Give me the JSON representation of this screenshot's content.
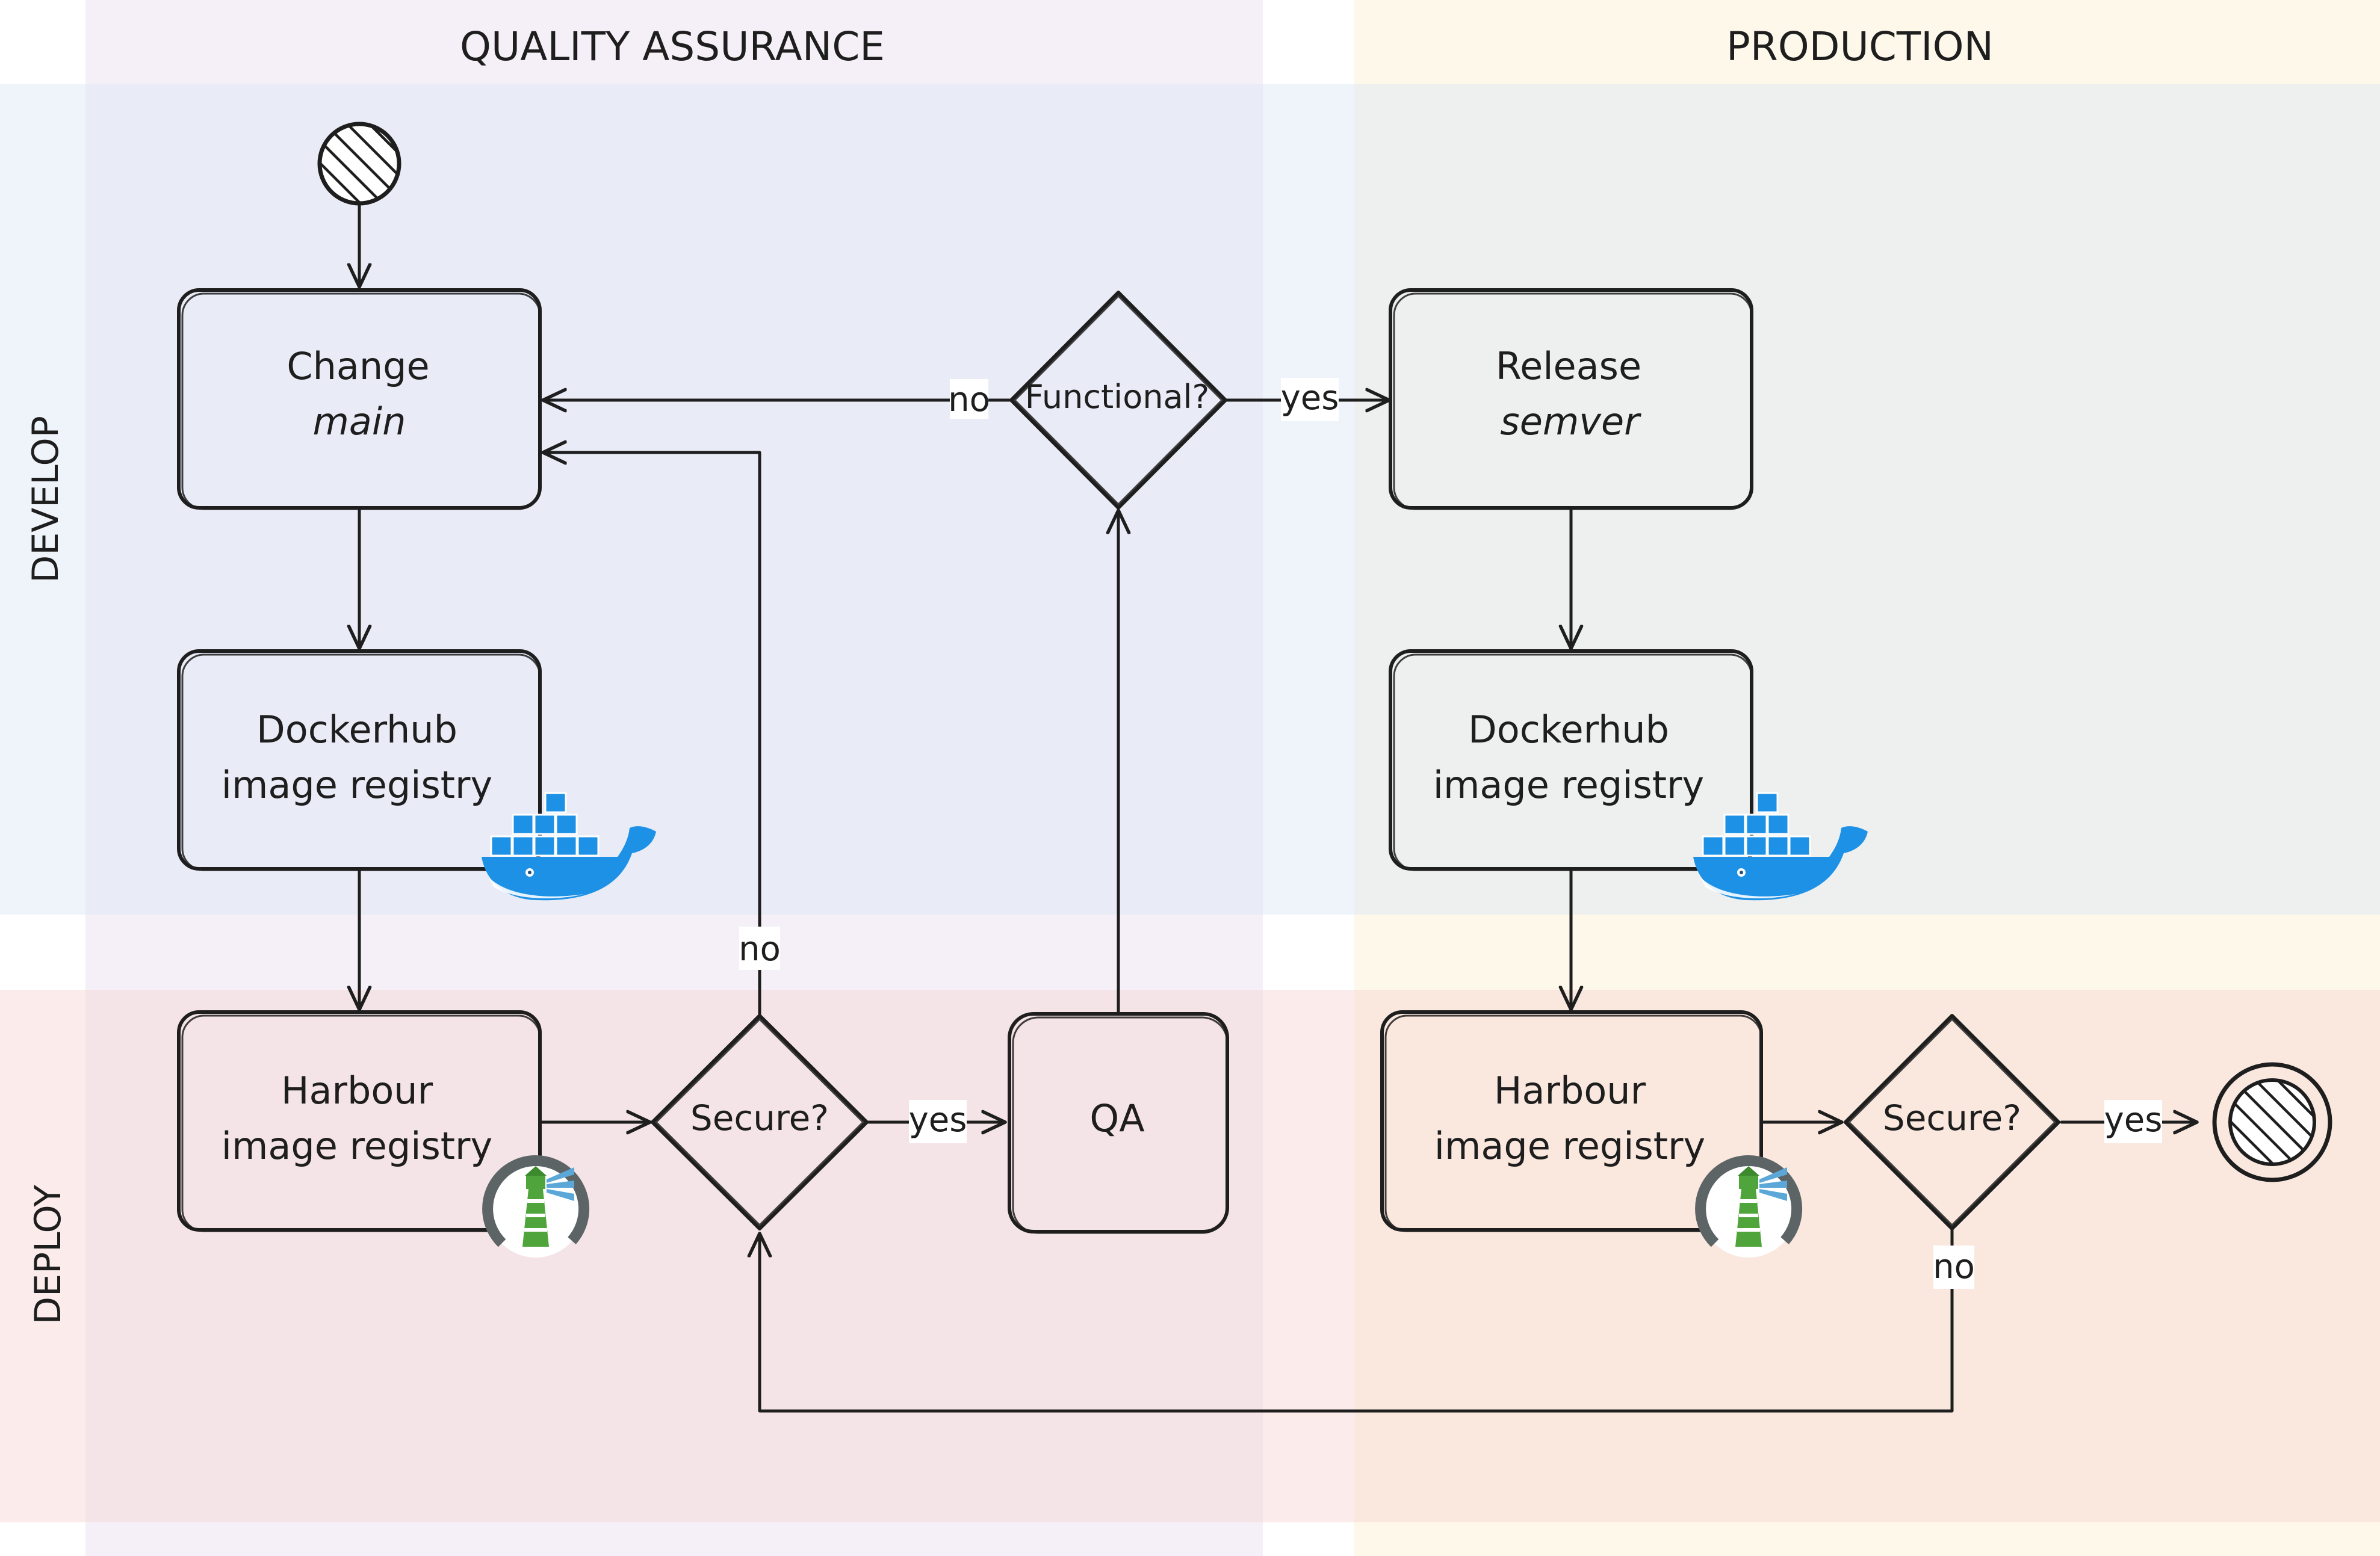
{
  "lanes": {
    "columns": {
      "qa": "QUALITY ASSURANCE",
      "production": "PRODUCTION"
    },
    "rows": {
      "develop": "DEVELOP",
      "deploy": "DEPLOY"
    }
  },
  "nodes": {
    "change": {
      "line1": "Change",
      "line2": "main"
    },
    "dockerhub_qa": {
      "line1": "Dockerhub",
      "line2": "image registry"
    },
    "harbour_qa": {
      "line1": "Harbour",
      "line2": "image registry"
    },
    "secure_qa": {
      "label": "Secure?"
    },
    "qa": {
      "label": "QA"
    },
    "functional": {
      "label": "Functional?"
    },
    "release": {
      "line1": "Release",
      "line2": "semver"
    },
    "dockerhub_prod": {
      "line1": "Dockerhub",
      "line2": "image registry"
    },
    "harbour_prod": {
      "line1": "Harbour",
      "line2": "image registry"
    },
    "secure_prod": {
      "label": "Secure?"
    }
  },
  "edges": {
    "functional_no": "no",
    "functional_yes": "yes",
    "secure_qa_no": "no",
    "secure_qa_yes": "yes",
    "secure_prod_yes": "yes",
    "secure_prod_no": "no"
  },
  "icons": {
    "docker": "docker-whale-icon",
    "harbor": "harbor-lighthouse-icon",
    "start": "start-node-icon",
    "end": "end-node-icon"
  },
  "colors": {
    "qa_column": "#ece3f2",
    "production_column": "#fdf3dc",
    "develop_row": "#dbe6f7",
    "deploy_row": "#f6d5d2",
    "docker_blue": "#1d91e6",
    "harbor_green": "#4fa53b",
    "harbor_gray": "#5d6466",
    "stroke": "#1e1e1e"
  }
}
